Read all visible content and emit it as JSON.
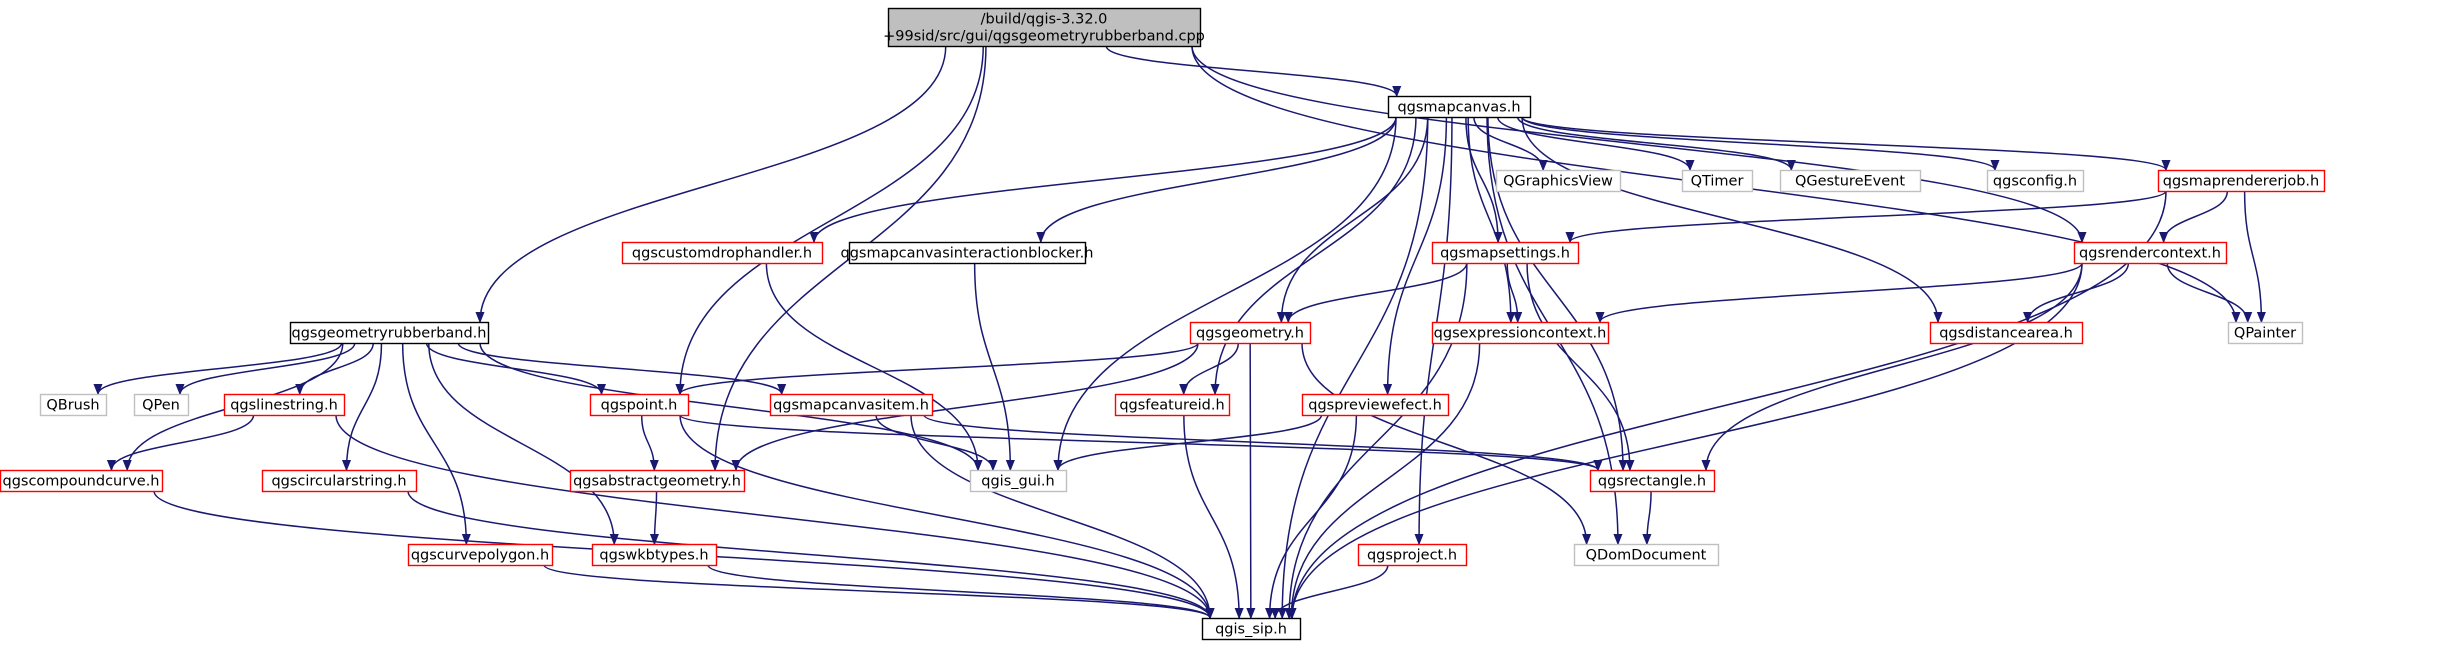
{
  "graph": {
    "root_label_lines": [
      "/build/qgis-3.32.0",
      "+99sid/src/gui/qgsgeometryrubberband.cpp"
    ],
    "colors": {
      "edge": "#191970",
      "link_border": "#ff0000",
      "external_border": "#bfbfbf",
      "root_fill": "#bfbfbf"
    },
    "nodes": [
      {
        "id": "root",
        "label": "/build/qgis-3.32.0\n+99sid/src/gui/qgsgeometryrubberband.cpp",
        "kind": "root"
      },
      {
        "id": "mapcanvas",
        "label": "qgsmapcanvas.h",
        "kind": "plain"
      },
      {
        "id": "georb",
        "label": "qgsgeometryrubberband.h",
        "kind": "plain"
      },
      {
        "id": "blocker",
        "label": "qgsmapcanvasinteractionblocker.h",
        "kind": "plain"
      },
      {
        "id": "customdrop",
        "label": "qgscustomdrophandler.h",
        "kind": "link"
      },
      {
        "id": "qgraphicsview",
        "label": "QGraphicsView",
        "kind": "external"
      },
      {
        "id": "qtimer",
        "label": "QTimer",
        "kind": "external"
      },
      {
        "id": "qgesture",
        "label": "QGestureEvent",
        "kind": "external"
      },
      {
        "id": "config",
        "label": "qgsconfig.h",
        "kind": "external"
      },
      {
        "id": "rendererjob",
        "label": "qgsmaprendererjob.h",
        "kind": "link"
      },
      {
        "id": "mapsettings",
        "label": "qgsmapsettings.h",
        "kind": "link"
      },
      {
        "id": "rendercontext",
        "label": "qgsrendercontext.h",
        "kind": "link"
      },
      {
        "id": "geometry",
        "label": "qgsgeometry.h",
        "kind": "link"
      },
      {
        "id": "exprcontext",
        "label": "qgsexpressioncontext.h",
        "kind": "link"
      },
      {
        "id": "distancearea",
        "label": "qgsdistancearea.h",
        "kind": "link"
      },
      {
        "id": "qpainter",
        "label": "QPainter",
        "kind": "external"
      },
      {
        "id": "qbrush",
        "label": "QBrush",
        "kind": "external"
      },
      {
        "id": "qpen",
        "label": "QPen",
        "kind": "external"
      },
      {
        "id": "linestring",
        "label": "qgslinestring.h",
        "kind": "link"
      },
      {
        "id": "point",
        "label": "qgspoint.h",
        "kind": "link"
      },
      {
        "id": "canvasitem",
        "label": "qgsmapcanvasitem.h",
        "kind": "link"
      },
      {
        "id": "featureid",
        "label": "qgsfeatureid.h",
        "kind": "link"
      },
      {
        "id": "preview",
        "label": "qgspreviewefect.h",
        "kind": "link"
      },
      {
        "id": "compound",
        "label": "qgscompoundcurve.h",
        "kind": "link"
      },
      {
        "id": "circular",
        "label": "qgscircularstring.h",
        "kind": "link"
      },
      {
        "id": "abstractgeom",
        "label": "qgsabstractgeometry.h",
        "kind": "link"
      },
      {
        "id": "gui",
        "label": "qgis_gui.h",
        "kind": "external"
      },
      {
        "id": "rectangle",
        "label": "qgsrectangle.h",
        "kind": "link"
      },
      {
        "id": "curvepolygon",
        "label": "qgscurvepolygon.h",
        "kind": "link"
      },
      {
        "id": "wkbtypes",
        "label": "qgswkbtypes.h",
        "kind": "link"
      },
      {
        "id": "project",
        "label": "qgsproject.h",
        "kind": "link"
      },
      {
        "id": "qdomdoc",
        "label": "QDomDocument",
        "kind": "external"
      },
      {
        "id": "sip",
        "label": "qgis_sip.h",
        "kind": "plain"
      }
    ],
    "edges": [
      [
        "root",
        "mapcanvas"
      ],
      [
        "root",
        "georb"
      ],
      [
        "root",
        "point"
      ],
      [
        "root",
        "abstractgeom"
      ],
      [
        "root",
        "qpainter"
      ],
      [
        "root",
        "rendercontext"
      ],
      [
        "mapcanvas",
        "customdrop"
      ],
      [
        "mapcanvas",
        "blocker"
      ],
      [
        "mapcanvas",
        "qgraphicsview"
      ],
      [
        "mapcanvas",
        "qtimer"
      ],
      [
        "mapcanvas",
        "qgesture"
      ],
      [
        "mapcanvas",
        "config"
      ],
      [
        "mapcanvas",
        "rendererjob"
      ],
      [
        "mapcanvas",
        "mapsettings"
      ],
      [
        "mapcanvas",
        "geometry"
      ],
      [
        "mapcanvas",
        "exprcontext"
      ],
      [
        "mapcanvas",
        "distancearea"
      ],
      [
        "mapcanvas",
        "featureid"
      ],
      [
        "mapcanvas",
        "preview"
      ],
      [
        "mapcanvas",
        "gui"
      ],
      [
        "mapcanvas",
        "rectangle"
      ],
      [
        "mapcanvas",
        "project"
      ],
      [
        "mapcanvas",
        "qdomdoc"
      ],
      [
        "mapcanvas",
        "sip"
      ],
      [
        "customdrop",
        "gui"
      ],
      [
        "blocker",
        "gui"
      ],
      [
        "rendererjob",
        "mapsettings"
      ],
      [
        "rendererjob",
        "rendercontext"
      ],
      [
        "rendererjob",
        "qpainter"
      ],
      [
        "rendererjob",
        "sip"
      ],
      [
        "mapsettings",
        "geometry"
      ],
      [
        "mapsettings",
        "exprcontext"
      ],
      [
        "mapsettings",
        "rectangle"
      ],
      [
        "mapsettings",
        "sip"
      ],
      [
        "rendercontext",
        "exprcontext"
      ],
      [
        "rendercontext",
        "distancearea"
      ],
      [
        "rendercontext",
        "qpainter"
      ],
      [
        "rendercontext",
        "rectangle"
      ],
      [
        "rendercontext",
        "sip"
      ],
      [
        "geometry",
        "point"
      ],
      [
        "geometry",
        "abstractgeom"
      ],
      [
        "geometry",
        "featureid"
      ],
      [
        "geometry",
        "qdomdoc"
      ],
      [
        "geometry",
        "sip"
      ],
      [
        "exprcontext",
        "sip"
      ],
      [
        "georb",
        "qbrush"
      ],
      [
        "georb",
        "qpen"
      ],
      [
        "georb",
        "linestring"
      ],
      [
        "georb",
        "point"
      ],
      [
        "georb",
        "canvasitem"
      ],
      [
        "georb",
        "compound"
      ],
      [
        "georb",
        "circular"
      ],
      [
        "georb",
        "curvepolygon"
      ],
      [
        "georb",
        "wkbtypes"
      ],
      [
        "georb",
        "gui"
      ],
      [
        "linestring",
        "compound"
      ],
      [
        "linestring",
        "sip"
      ],
      [
        "point",
        "abstractgeom"
      ],
      [
        "point",
        "rectangle"
      ],
      [
        "point",
        "sip"
      ],
      [
        "canvasitem",
        "gui"
      ],
      [
        "canvasitem",
        "rectangle"
      ],
      [
        "canvasitem",
        "sip"
      ],
      [
        "featureid",
        "sip"
      ],
      [
        "preview",
        "gui"
      ],
      [
        "preview",
        "sip"
      ],
      [
        "compound",
        "sip"
      ],
      [
        "circular",
        "sip"
      ],
      [
        "abstractgeom",
        "wkbtypes"
      ],
      [
        "rectangle",
        "qdomdoc"
      ],
      [
        "curvepolygon",
        "sip"
      ],
      [
        "wkbtypes",
        "sip"
      ],
      [
        "project",
        "sip"
      ]
    ]
  }
}
